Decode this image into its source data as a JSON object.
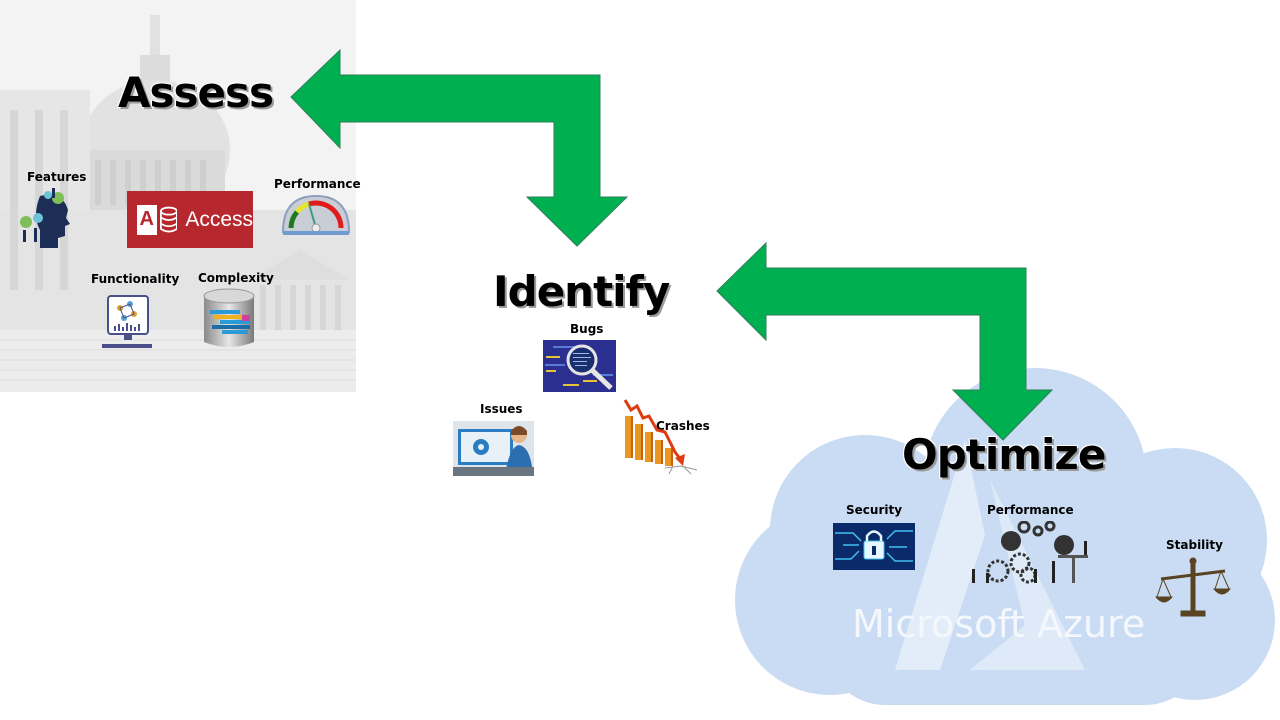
{
  "stages": {
    "assess": {
      "title": "Assess",
      "items": [
        {
          "label": "Features",
          "icon": "head-gears-icon"
        },
        {
          "label": "Performance",
          "icon": "gauge-icon"
        },
        {
          "label": "Functionality",
          "icon": "monitor-network-icon"
        },
        {
          "label": "Complexity",
          "icon": "database-icon"
        }
      ],
      "product_tile": {
        "label": "Access",
        "letter": "A"
      }
    },
    "identify": {
      "title": "Identify",
      "items": [
        {
          "label": "Bugs",
          "icon": "magnifier-code-icon"
        },
        {
          "label": "Issues",
          "icon": "support-engineer-icon"
        },
        {
          "label": "Crashes",
          "icon": "falling-chart-icon"
        }
      ]
    },
    "optimize": {
      "title": "Optimize",
      "items": [
        {
          "label": "Security",
          "icon": "padlock-circuit-icon"
        },
        {
          "label": "Performance",
          "icon": "gears-team-icon"
        },
        {
          "label": "Stability",
          "icon": "balance-scale-icon"
        }
      ],
      "platform": "Microsoft Azure"
    }
  },
  "colors": {
    "arrow": "#00b050",
    "arrow_border": "#2e7d5a",
    "cloud": "#c9dcf3",
    "access_red": "#b7282e"
  }
}
